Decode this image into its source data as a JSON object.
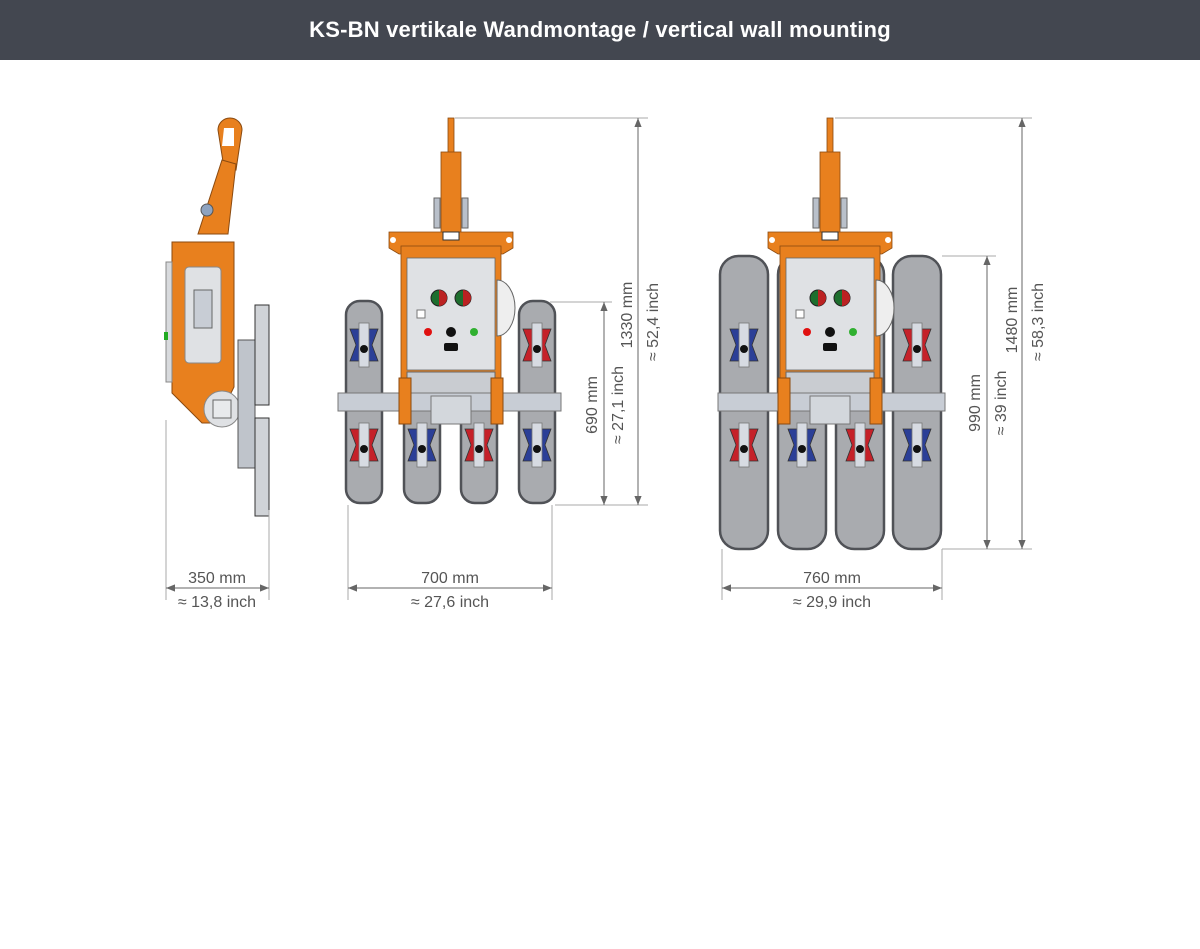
{
  "header": {
    "title": "KS-BN vertikale Wandmontage / vertical wall mounting"
  },
  "colors": {
    "header_bg": "#434750",
    "frame_orange": "#e8801e",
    "pad_gray": "#a9abaf",
    "pad_border": "#505257",
    "red_bracket": "#c52129",
    "blue_bracket": "#2b3f97",
    "dim_line": "#777777"
  },
  "views": {
    "side": {
      "width_mm": "350 mm",
      "width_inch": "≈ 13,8 inch"
    },
    "front_small": {
      "width_mm": "700 mm",
      "width_inch": "≈ 27,6 inch",
      "pad_height_mm": "690 mm",
      "pad_height_inch": "≈ 27,1 inch",
      "total_height_mm": "1330 mm",
      "total_height_inch": "≈ 52,4 inch"
    },
    "front_large": {
      "width_mm": "760 mm",
      "width_inch": "≈ 29,9 inch",
      "pad_height_mm": "990 mm",
      "pad_height_inch": "≈ 39 inch",
      "total_height_mm": "1480 mm",
      "total_height_inch": "≈ 58,3 inch"
    }
  }
}
